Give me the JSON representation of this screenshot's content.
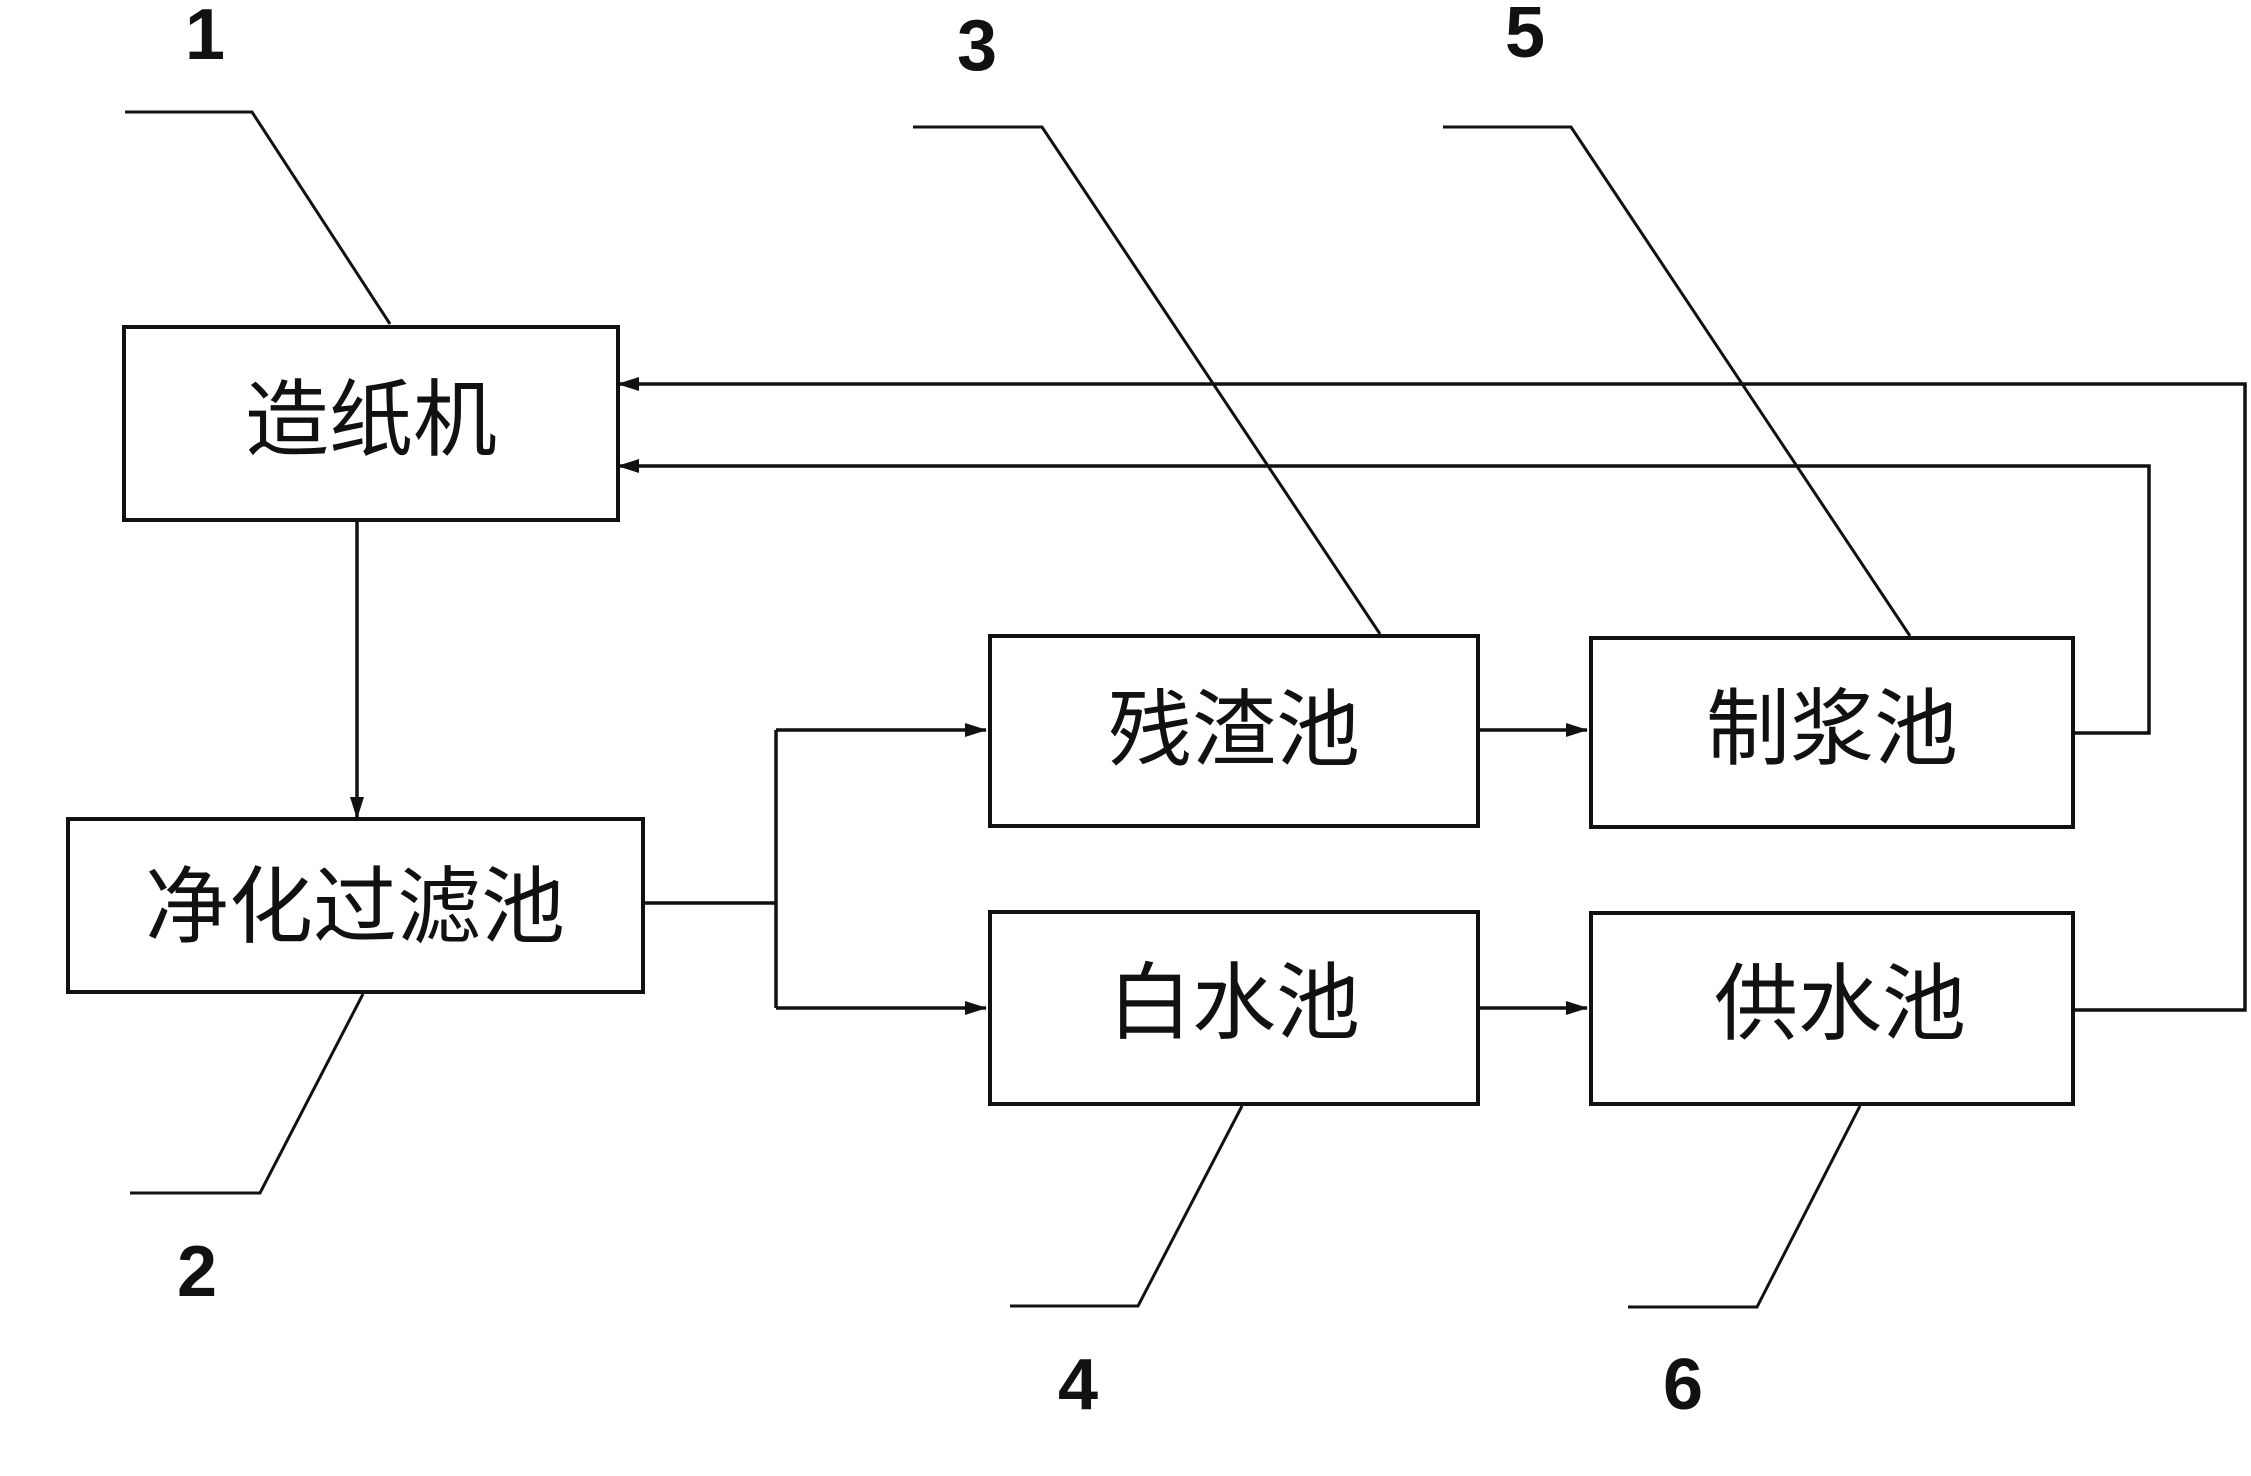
{
  "boxes": {
    "paper_machine": "造纸机",
    "purification_filter_tank": "净化过滤池",
    "residue_tank": "残渣池",
    "pulping_tank": "制浆池",
    "white_water_tank": "白水池",
    "water_supply_tank": "供水池"
  },
  "ref_numbers": {
    "paper_machine": "1",
    "purification_filter_tank": "2",
    "residue_tank": "3",
    "white_water_tank": "4",
    "pulping_tank": "5",
    "water_supply_tank": "6"
  },
  "colors": {
    "line": "#111111",
    "background": "#ffffff"
  }
}
